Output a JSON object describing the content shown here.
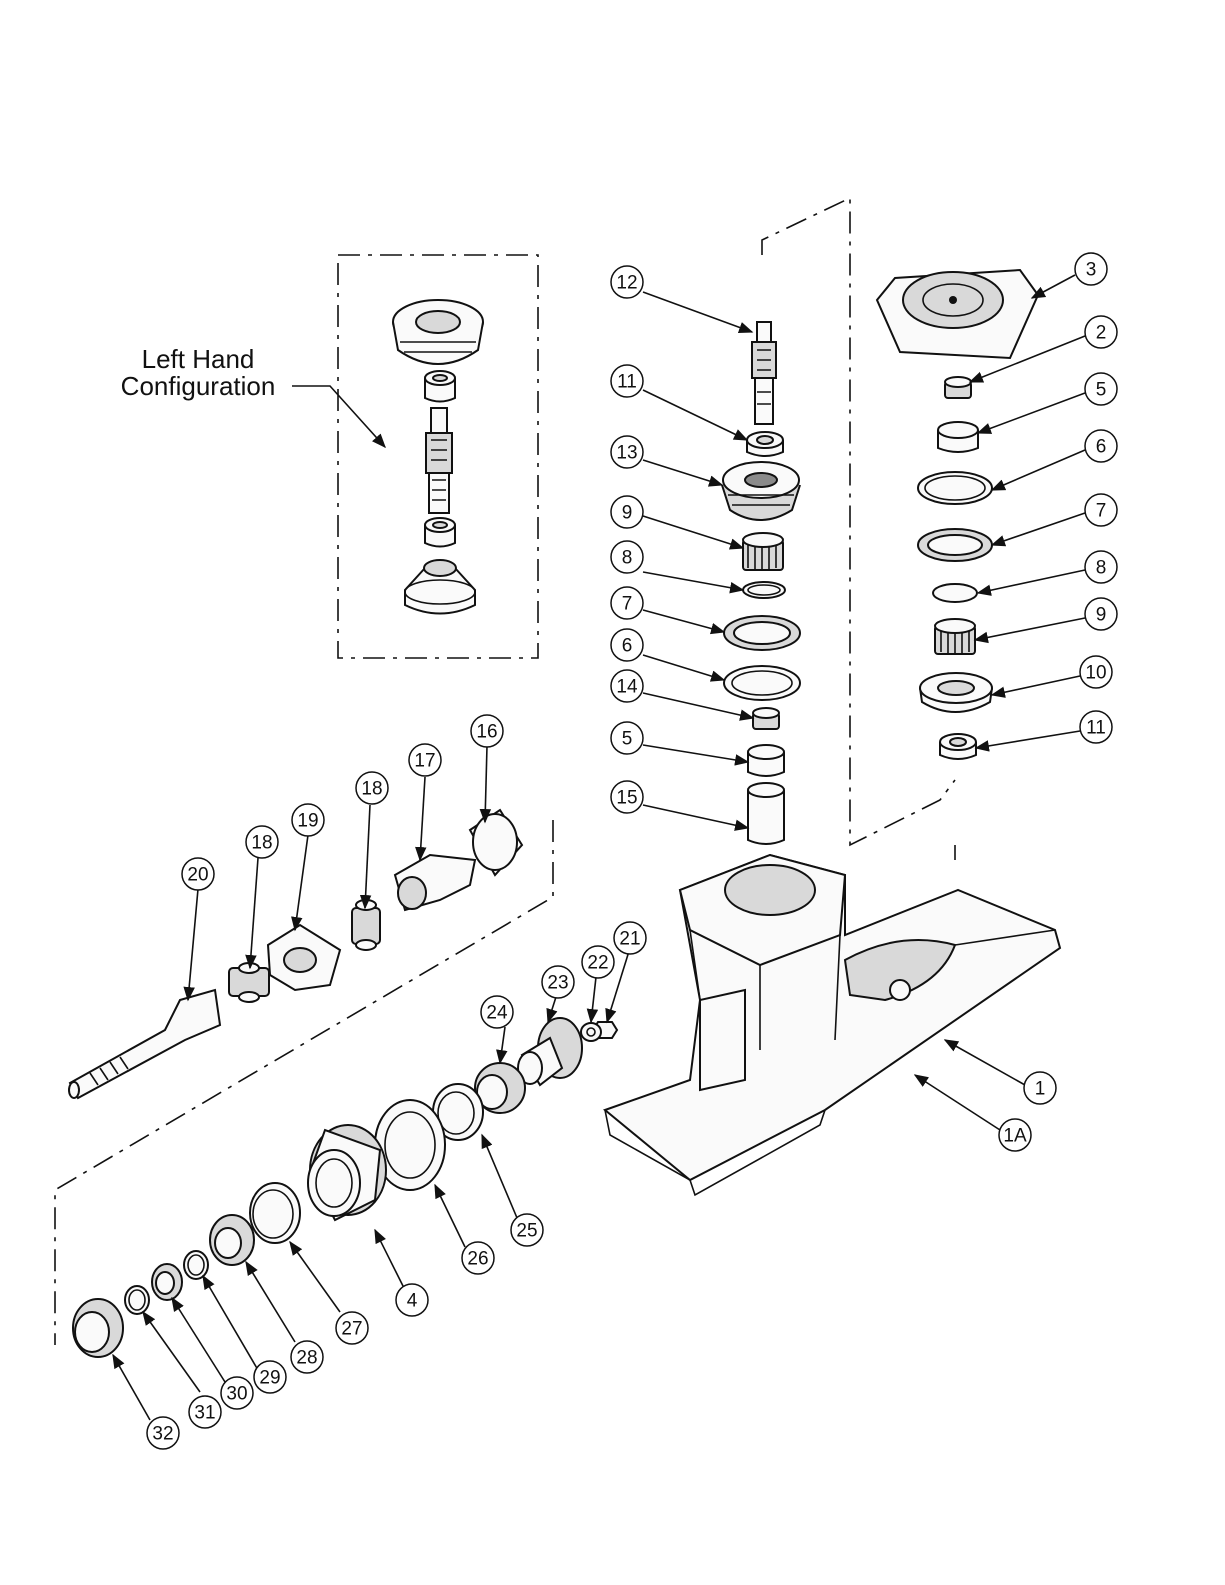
{
  "callout": {
    "line1": "Left Hand",
    "line2": "Configuration"
  },
  "balloons": [
    {
      "id": "b3",
      "label": "3"
    },
    {
      "id": "b2",
      "label": "2"
    },
    {
      "id": "b5r",
      "label": "5"
    },
    {
      "id": "b6r",
      "label": "6"
    },
    {
      "id": "b7r",
      "label": "7"
    },
    {
      "id": "b8r",
      "label": "8"
    },
    {
      "id": "b9r",
      "label": "9"
    },
    {
      "id": "b10",
      "label": "10"
    },
    {
      "id": "b11r",
      "label": "11"
    },
    {
      "id": "b12",
      "label": "12"
    },
    {
      "id": "b11c",
      "label": "11"
    },
    {
      "id": "b13",
      "label": "13"
    },
    {
      "id": "b9c",
      "label": "9"
    },
    {
      "id": "b8c",
      "label": "8"
    },
    {
      "id": "b7c",
      "label": "7"
    },
    {
      "id": "b6c",
      "label": "6"
    },
    {
      "id": "b14",
      "label": "14"
    },
    {
      "id": "b5c",
      "label": "5"
    },
    {
      "id": "b15",
      "label": "15"
    },
    {
      "id": "b16",
      "label": "16"
    },
    {
      "id": "b17",
      "label": "17"
    },
    {
      "id": "b18a",
      "label": "18"
    },
    {
      "id": "b19",
      "label": "19"
    },
    {
      "id": "b18b",
      "label": "18"
    },
    {
      "id": "b20",
      "label": "20"
    },
    {
      "id": "b21",
      "label": "21"
    },
    {
      "id": "b22",
      "label": "22"
    },
    {
      "id": "b23",
      "label": "23"
    },
    {
      "id": "b24",
      "label": "24"
    },
    {
      "id": "b1",
      "label": "1"
    },
    {
      "id": "b1a",
      "label": "1A"
    },
    {
      "id": "b25",
      "label": "25"
    },
    {
      "id": "b26",
      "label": "26"
    },
    {
      "id": "b4",
      "label": "4"
    },
    {
      "id": "b27",
      "label": "27"
    },
    {
      "id": "b28",
      "label": "28"
    },
    {
      "id": "b29",
      "label": "29"
    },
    {
      "id": "b30",
      "label": "30"
    },
    {
      "id": "b31",
      "label": "31"
    },
    {
      "id": "b32",
      "label": "32"
    }
  ]
}
